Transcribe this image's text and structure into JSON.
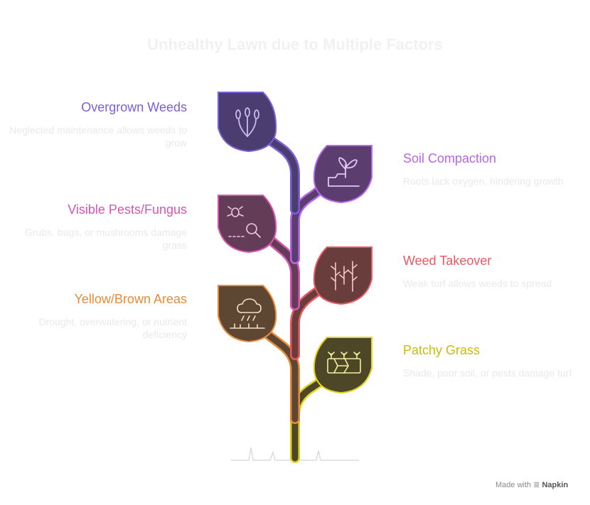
{
  "title": "Unhealthy Lawn due to Multiple Factors",
  "items": [
    {
      "heading": "Overgrown Weeds",
      "desc": "Neglected maintenance allows weeds to grow",
      "color": "#7b5fd6",
      "leaf": "#4b3d6f",
      "icon": "sprout-icon"
    },
    {
      "heading": "Soil Compaction",
      "desc": "Roots lack oxygen, hindering growth",
      "color": "#b667e6",
      "leaf": "#5b3d6f",
      "icon": "seedling-soil-icon"
    },
    {
      "heading": "Visible Pests/Fungus",
      "desc": "Grubs, bugs, or mushrooms damage grass",
      "color": "#d856b0",
      "leaf": "#633c57",
      "icon": "bug-magnifier-icon"
    },
    {
      "heading": "Weed Takeover",
      "desc": "Weak turf allows weeds to spread",
      "color": "#e85a63",
      "leaf": "#6a3d3d",
      "icon": "weeds-icon"
    },
    {
      "heading": "Yellow/Brown Areas",
      "desc": "Drought, overwatering, or nutrient deficiency",
      "color": "#e88b3a",
      "leaf": "#5d4632",
      "icon": "rain-cloud-icon"
    },
    {
      "heading": "Patchy Grass",
      "desc": "Shade, poor soil, or pests damage turf",
      "color": "#e1d320",
      "leaf": "#4d4627",
      "icon": "patchy-turf-icon"
    }
  ],
  "footer": {
    "prefix": "Made with",
    "brand": "Napkin"
  }
}
